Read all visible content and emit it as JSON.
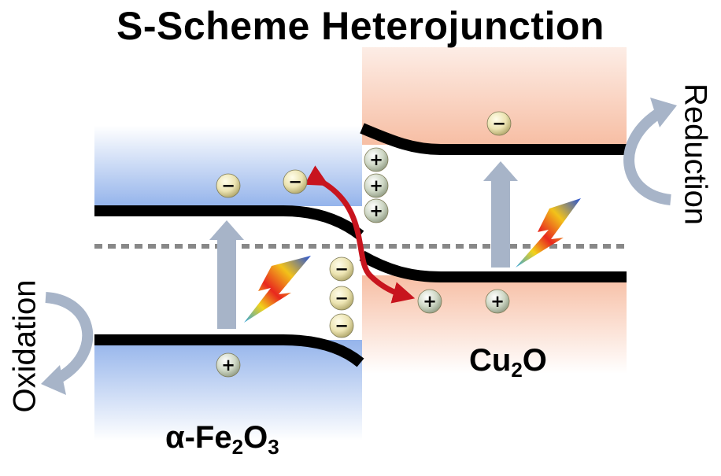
{
  "title": "S-Scheme Heterojunction",
  "materials": {
    "left": {
      "prefix": "α-Fe",
      "sub1": "2",
      "mid": "O",
      "sub2": "3"
    },
    "right": {
      "prefix": "Cu",
      "sub1": "2",
      "mid": "O"
    }
  },
  "processes": {
    "left": "Oxidation",
    "right": "Reduction"
  },
  "charges": {
    "electron": "−",
    "hole": "+"
  },
  "colors": {
    "fe2o3_region": "#8fb0ea",
    "cu2o_region": "#f6b79a",
    "band": "#000000",
    "transfer_arrow": "#c8141e",
    "excitation_arrow": "#a7b4c8",
    "fermi_level": "#888888"
  }
}
